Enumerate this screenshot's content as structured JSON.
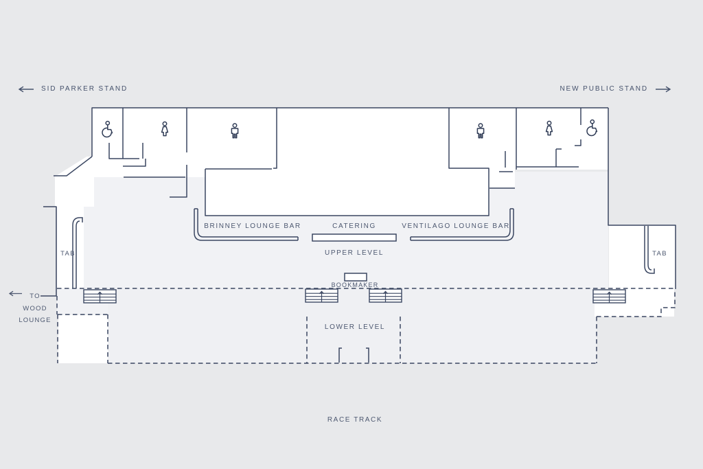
{
  "colors": {
    "background": "#e8e9eb",
    "floor_upper": "#f1f2f5",
    "floor_lower": "#eff0f3",
    "room_fill": "#ffffff",
    "wall_line": "#3a4661",
    "icon_line": "#2f3b55",
    "text": "#4d5870"
  },
  "stands": {
    "left": {
      "label": "SID PARKER STAND",
      "direction": "left"
    },
    "right": {
      "label": "NEW PUBLIC STAND",
      "direction": "right"
    }
  },
  "upper_level": {
    "title": "UPPER LEVEL",
    "bars": [
      {
        "label": "BRINNEY LOUNGE BAR"
      },
      {
        "label": "CATERING"
      },
      {
        "label": "VENTILAGO LOUNGE BAR"
      }
    ],
    "tab_left": "TAB",
    "tab_right": "TAB",
    "bookmaker": "BOOKMAKER"
  },
  "lower_level": {
    "title": "LOWER LEVEL",
    "wood_lounge_exit": {
      "line1": "TO",
      "line2": "WOOD",
      "line3": "LOUNGE",
      "direction": "left"
    }
  },
  "surroundings": {
    "race_track": "RACE TRACK"
  },
  "icons": [
    {
      "name": "wheelchair-icon",
      "count": 2
    },
    {
      "name": "female-icon",
      "count": 2
    },
    {
      "name": "male-icon",
      "count": 2
    },
    {
      "name": "stairs-icon",
      "count": 4
    },
    {
      "name": "arrow-left-icon",
      "count": 2
    },
    {
      "name": "arrow-right-icon",
      "count": 1
    }
  ]
}
